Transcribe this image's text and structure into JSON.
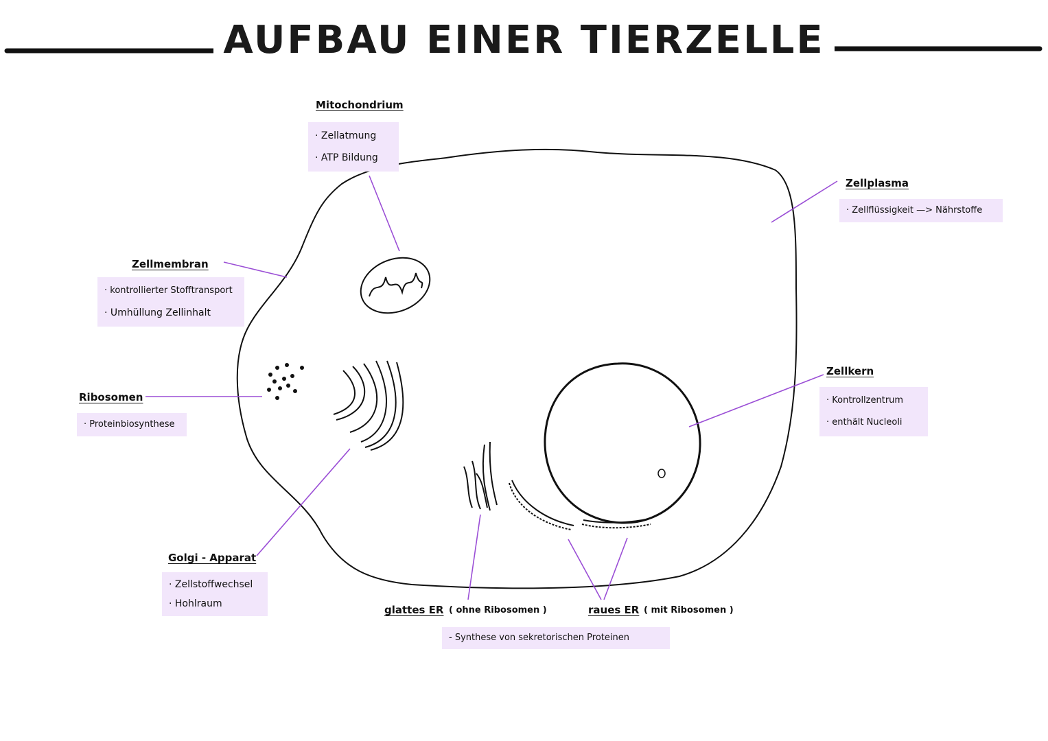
{
  "title": "AUFBAU EINER TIERZELLE",
  "colors": {
    "accent": "#9b4fd6",
    "box": "#f2e6fb",
    "outline": "#111111"
  },
  "labels": {
    "mitochondrium": {
      "name": "Mitochondrium",
      "items": [
        "· Zellatmung",
        "· ATP Bildung"
      ]
    },
    "zellmembran": {
      "name": "Zellmembran",
      "items": [
        "· kontrollierter Stofftransport",
        "· Umhüllung Zellinhalt"
      ]
    },
    "ribosomen": {
      "name": "Ribosomen",
      "items": [
        "· Proteinbiosynthese"
      ]
    },
    "golgi": {
      "name": "Golgi - Apparat",
      "items": [
        "· Zellstoffwechsel",
        "· Hohlraum"
      ]
    },
    "zellplasma": {
      "name": "Zellplasma",
      "items": [
        "· Zellflüssigkeit —> Nährstoffe"
      ]
    },
    "zellkern": {
      "name": "Zellkern",
      "items": [
        "· Kontrollzentrum",
        "· enthält Nucleoli"
      ]
    },
    "glattes_er": {
      "name": "glattes ER",
      "note": "( ohne Ribosomen )"
    },
    "raues_er": {
      "name": "raues ER",
      "note": "( mit Ribosomen )",
      "items": [
        "- Synthese von sekretorischen Proteinen"
      ]
    }
  }
}
